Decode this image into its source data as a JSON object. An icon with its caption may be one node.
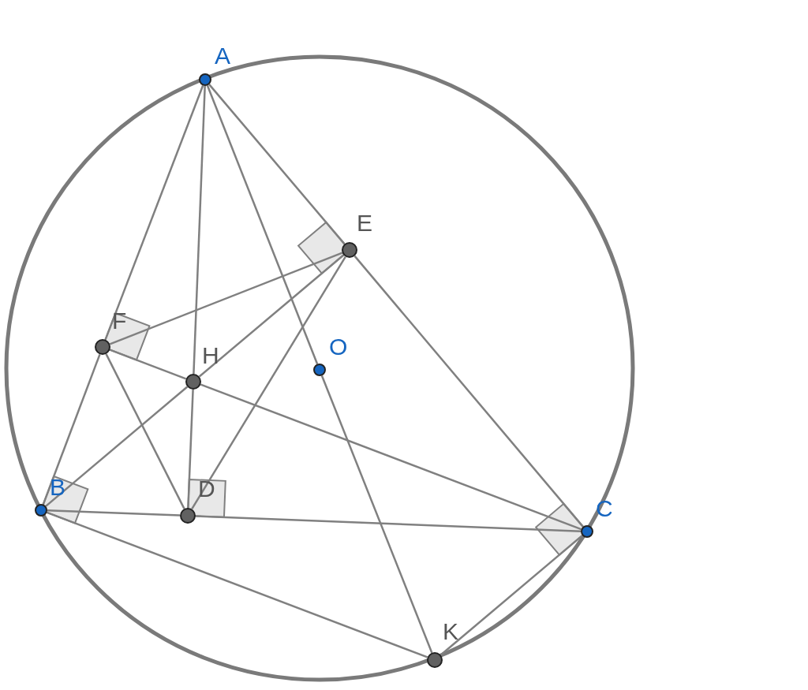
{
  "diagram": {
    "nodes": [
      {
        "text": [
          "A"
        ]
      },
      {
        "text": [
          "E"
        ]
      },
      {
        "text": [
          "F"
        ]
      },
      {
        "text": [
          "H"
        ]
      },
      {
        "text": [
          "O"
        ]
      },
      {
        "text": [
          "B"
        ]
      },
      {
        "text": [
          "D"
        ]
      },
      {
        "text": [
          "C"
        ]
      },
      {
        "text": [
          "K"
        ]
      }
    ],
    "edges": [
      {
        "from": 0,
        "to": 2,
        "arrow": "none"
      },
      {
        "from": 2,
        "to": 5,
        "arrow": "none"
      },
      {
        "from": 0,
        "to": 3,
        "arrow": "none"
      },
      {
        "from": 3,
        "to": 6,
        "arrow": "none"
      },
      {
        "from": 0,
        "to": 4,
        "arrow": "none"
      },
      {
        "from": 4,
        "to": 8,
        "arrow": "none"
      },
      {
        "from": 0,
        "to": 1,
        "arrow": "none"
      },
      {
        "from": 1,
        "to": 7,
        "arrow": "none"
      },
      {
        "from": 2,
        "to": 1,
        "arrow": "none"
      },
      {
        "from": 1,
        "to": 3,
        "arrow": "none"
      },
      {
        "from": 3,
        "to": 5,
        "arrow": "none"
      },
      {
        "from": 1,
        "to": 6,
        "arrow": "none"
      },
      {
        "from": 2,
        "to": 3,
        "arrow": "none"
      },
      {
        "from": 3,
        "to": 7,
        "arrow": "none"
      },
      {
        "from": 2,
        "to": 6,
        "arrow": "none"
      },
      {
        "from": 5,
        "to": 6,
        "arrow": "none"
      },
      {
        "from": 6,
        "to": 7,
        "arrow": "none"
      },
      {
        "from": 5,
        "to": 8,
        "arrow": "none"
      },
      {
        "from": 7,
        "to": 8,
        "arrow": "none"
      }
    ]
  }
}
